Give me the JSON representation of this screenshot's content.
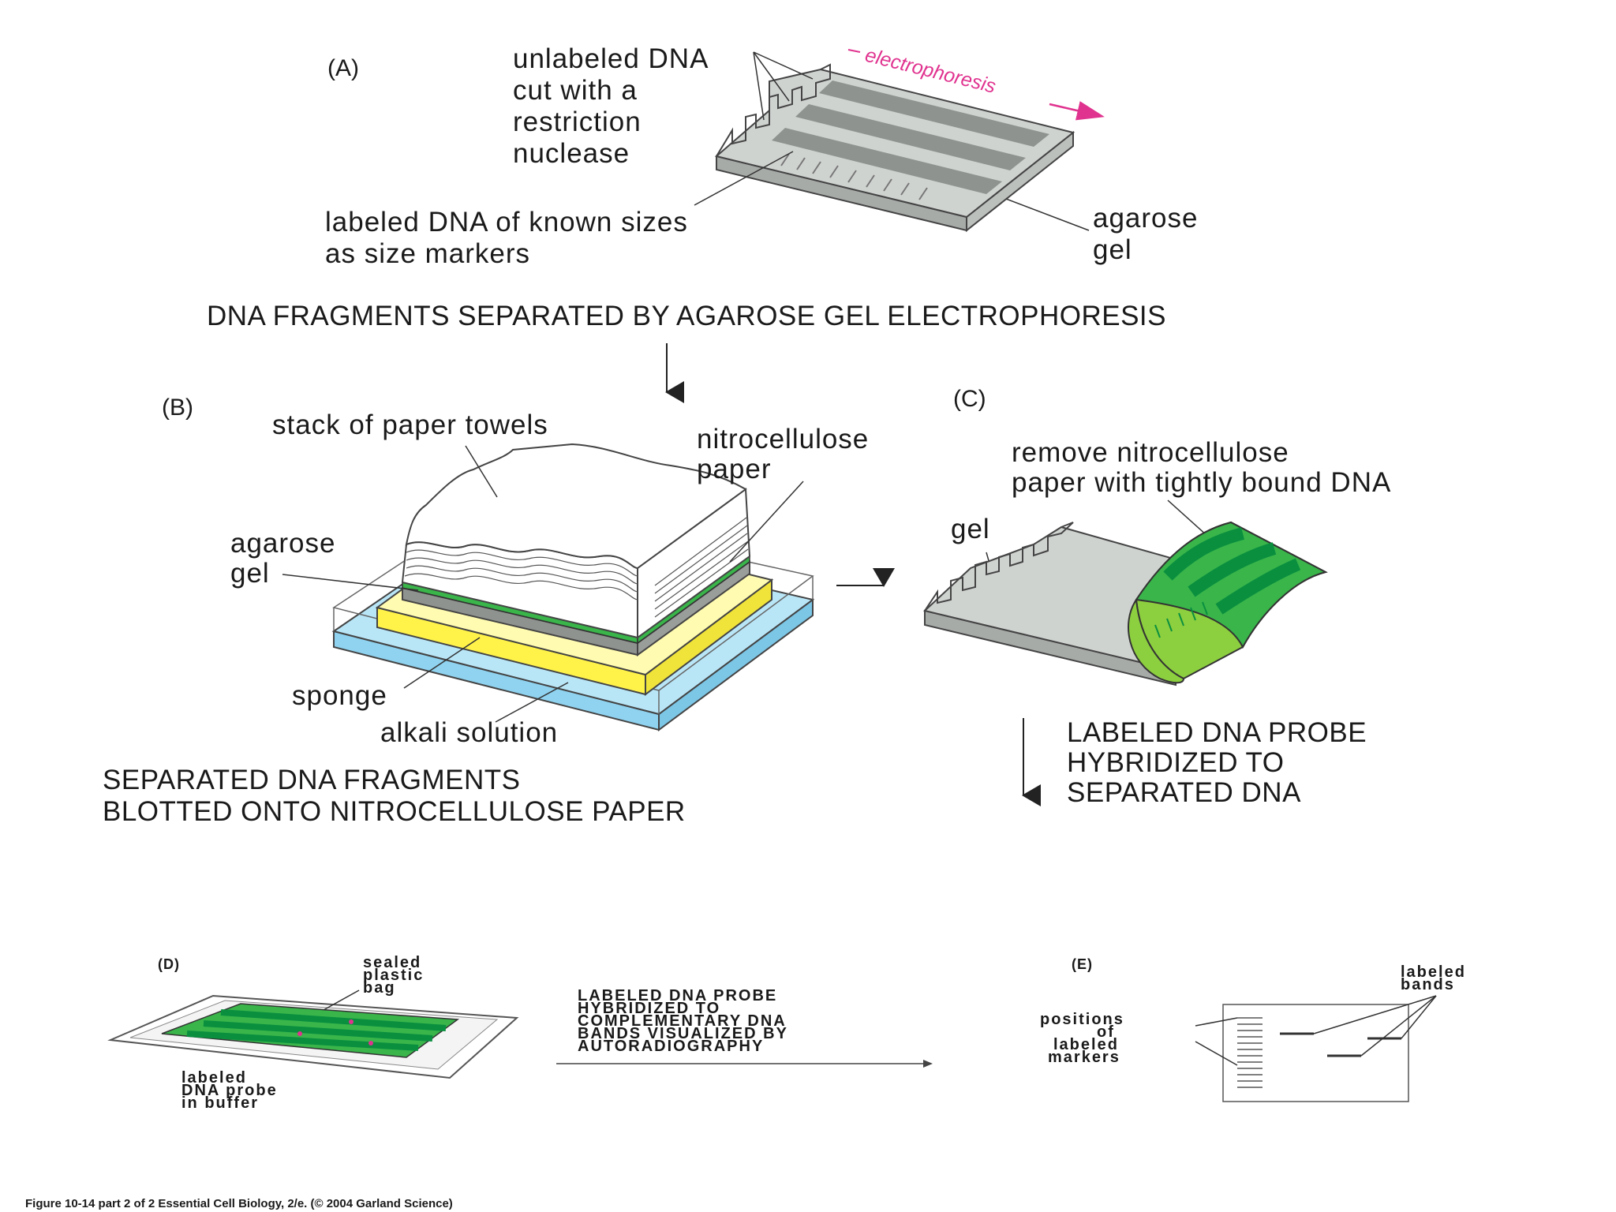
{
  "panel_a": {
    "tag": "(A)",
    "label_unlabeled_dna": [
      "unlabeled DNA",
      "cut with a",
      "restriction",
      "nuclease"
    ],
    "label_electrophoresis": "electrophoresis",
    "label_markers": [
      "labeled DNA of known sizes",
      "as size markers"
    ],
    "label_gel": [
      "agarose",
      "gel"
    ],
    "caption": "DNA FRAGMENTS SEPARATED BY AGAROSE GEL ELECTROPHORESIS"
  },
  "panel_b": {
    "tag": "(B)",
    "label_towels": "stack of paper towels",
    "label_nitro": [
      "nitrocellulose",
      "paper"
    ],
    "label_gel": [
      "agarose",
      "gel"
    ],
    "label_sponge": "sponge",
    "label_alkali": "alkali solution",
    "caption": [
      "SEPARATED DNA FRAGMENTS",
      "BLOTTED ONTO NITROCELLULOSE PAPER"
    ]
  },
  "panel_c": {
    "tag": "(C)",
    "label_remove": [
      "remove nitrocellulose",
      "paper with tightly bound DNA"
    ],
    "label_gel": "gel",
    "caption": [
      "LABELED DNA PROBE",
      "HYBRIDIZED TO",
      "SEPARATED DNA"
    ]
  },
  "panel_d": {
    "tag": "(D)",
    "label_bag": [
      "sealed",
      "plastic",
      "bag"
    ],
    "label_probe": [
      "labeled",
      "DNA probe",
      "in buffer"
    ],
    "caption": [
      "LABELED DNA PROBE",
      "HYBRIDIZED TO",
      "COMPLEMENTARY DNA",
      "BANDS VISUALIZED BY",
      "AUTORADIOGRAPHY"
    ]
  },
  "panel_e": {
    "tag": "(E)",
    "label_bands": [
      "labeled",
      "bands"
    ],
    "label_positions": [
      "positions",
      "of",
      "labeled",
      "markers"
    ]
  },
  "footer": "Figure 10-14 part 2 of 2   Essential Cell Biology, 2/e. (© 2004 Garland Science)",
  "colors": {
    "gel": "#cfd3d0",
    "gel_side": "#a7aba8",
    "band": "#8f9390",
    "nitro_green": "#39b54a",
    "nitro_dark": "#0a8f3f",
    "nitro_light": "#8ccf3f",
    "sponge_yellow": "#fff34a",
    "alkali_blue": "#8fd3f0",
    "electrophoresis_pink": "#e0338f"
  }
}
